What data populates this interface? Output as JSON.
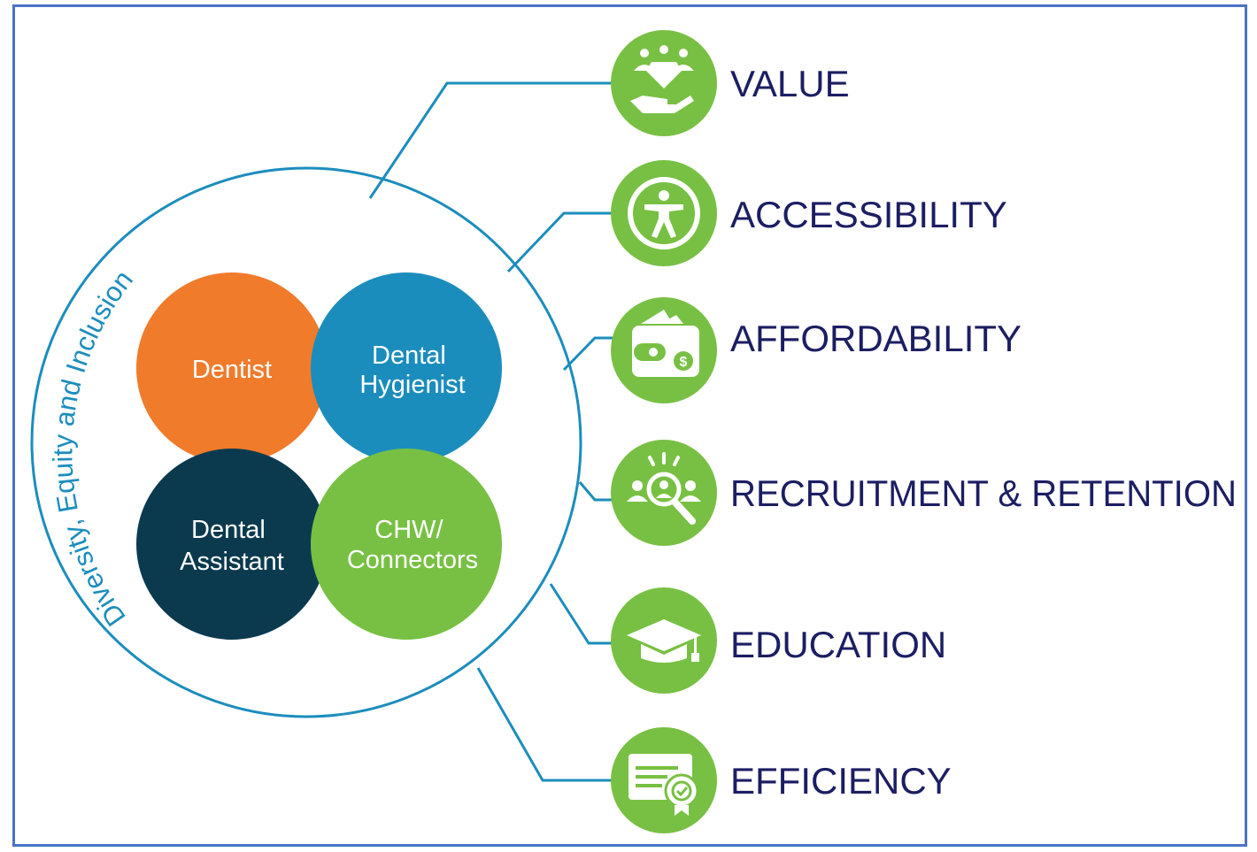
{
  "arc_label": "Diversity, Equity and Inclusion",
  "roles": [
    {
      "id": "dentist",
      "lines": [
        "Dentist"
      ],
      "color": "#f07b2b"
    },
    {
      "id": "dental-hygienist",
      "lines": [
        "Dental",
        "Hygienist"
      ],
      "color": "#1b8dbd"
    },
    {
      "id": "dental-assistant",
      "lines": [
        "Dental",
        "Assistant"
      ],
      "color": "#0b3a4f"
    },
    {
      "id": "chw-connectors",
      "lines": [
        "CHW/",
        "Connectors"
      ],
      "color": "#78c043"
    }
  ],
  "pillars": [
    {
      "label": "VALUE",
      "icon": "value-gem-hand-icon"
    },
    {
      "label": "ACCESSIBILITY",
      "icon": "accessibility-person-icon"
    },
    {
      "label": "AFFORDABILITY",
      "icon": "wallet-money-icon"
    },
    {
      "label": "RECRUITMENT & RETENTION",
      "icon": "recruitment-magnifier-icon"
    },
    {
      "label": "EDUCATION",
      "icon": "graduation-cap-icon"
    },
    {
      "label": "EFFICIENCY",
      "icon": "certificate-badge-icon"
    }
  ],
  "colors": {
    "frame": "#4a73c4",
    "connector": "#1b8dbd",
    "icon_bg": "#78c043",
    "pillar_text": "#1c1e63"
  }
}
